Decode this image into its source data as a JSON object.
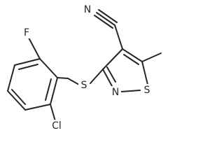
{
  "molecule": {
    "atom_labels": {
      "nitrogen_nitrile": "N",
      "sulfur_thioether": "S",
      "nitrogen_ring": "N",
      "sulfur_ring": "S",
      "fluorine": "F",
      "chlorine": "Cl"
    },
    "colors": {
      "bond": "#262626",
      "text": "#262626",
      "background": "#ffffff"
    }
  }
}
